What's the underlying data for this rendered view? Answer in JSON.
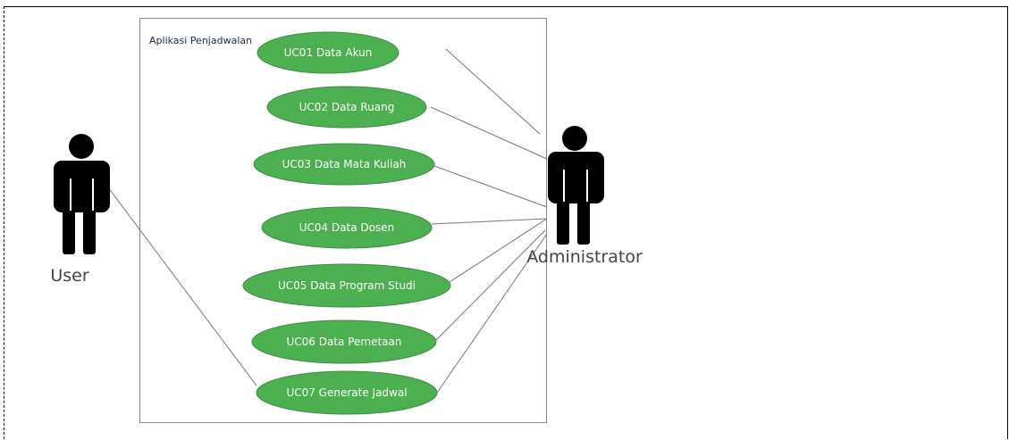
{
  "system": {
    "title": "Aplikasi Penjadwalan"
  },
  "actors": {
    "user": {
      "label": "User",
      "icon": "stick-person-icon"
    },
    "administrator": {
      "label": "Administrator",
      "icon": "stick-person-icon"
    }
  },
  "use_cases": [
    {
      "id": "uc01",
      "label": "UC01 Data Akun"
    },
    {
      "id": "uc02",
      "label": "UC02 Data Ruang"
    },
    {
      "id": "uc03",
      "label": "UC03 Data Mata Kuliah"
    },
    {
      "id": "uc04",
      "label": "UC04 Data Dosen"
    },
    {
      "id": "uc05",
      "label": "UC05 Data Program Studi"
    },
    {
      "id": "uc06",
      "label": "UC06 Data Pemetaan"
    },
    {
      "id": "uc07",
      "label": "UC07 Generate Jadwal"
    }
  ],
  "associations": [
    {
      "actor": "administrator",
      "use_case": "uc01"
    },
    {
      "actor": "administrator",
      "use_case": "uc02"
    },
    {
      "actor": "administrator",
      "use_case": "uc03"
    },
    {
      "actor": "administrator",
      "use_case": "uc04"
    },
    {
      "actor": "administrator",
      "use_case": "uc05"
    },
    {
      "actor": "administrator",
      "use_case": "uc06"
    },
    {
      "actor": "administrator",
      "use_case": "uc07"
    },
    {
      "actor": "user",
      "use_case": "uc07"
    }
  ],
  "colors": {
    "use_case_fill": "#4caf50",
    "use_case_stroke": "#3d8f40",
    "use_case_text": "#ffffff",
    "actor": "#000000",
    "line": "#777777"
  }
}
